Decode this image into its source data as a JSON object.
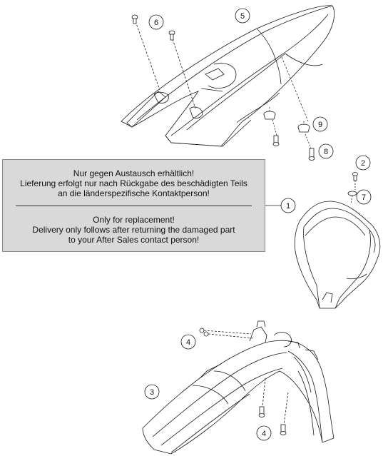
{
  "note": {
    "german": [
      "Nur gegen Austausch erhältlich!",
      "Lieferung erfolgt nur nach Rückgabe des beschädigten Teils",
      "an die länderspezifische Kontaktperson!"
    ],
    "english": [
      "Only for replacement!",
      "Delivery only follows after returning the damaged part",
      "to your After Sales contact person!"
    ]
  },
  "callouts": {
    "n1": "1",
    "n2": "2",
    "n3": "3",
    "n4a": "4",
    "n4b": "4",
    "n5": "5",
    "n6": "6",
    "n7": "7",
    "n8": "8",
    "n9": "9"
  }
}
